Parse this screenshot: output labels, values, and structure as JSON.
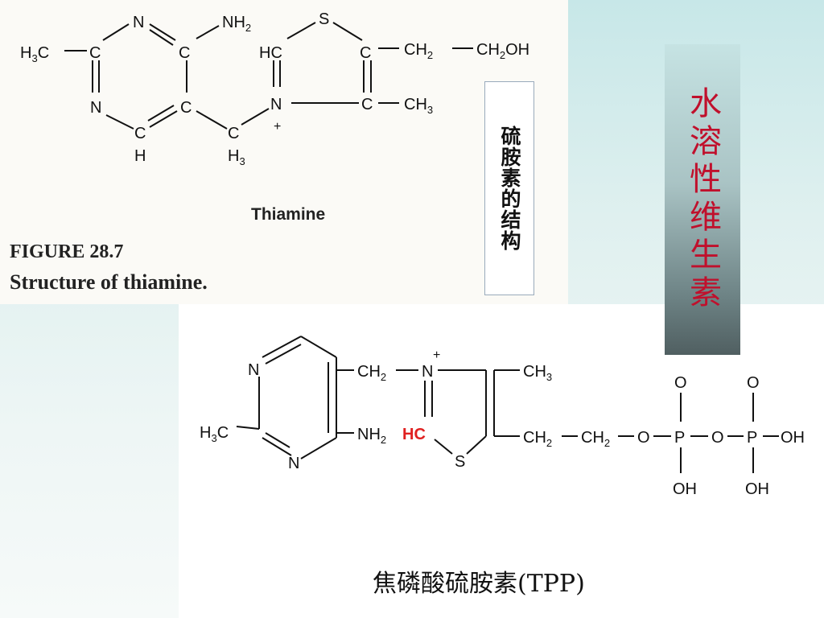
{
  "slide": {
    "side_title": "水溶性维生素",
    "vertical_label": "硫胺素的结构"
  },
  "figure": {
    "number": "FIGURE 28.7",
    "caption": "Structure of thiamine.",
    "compound_label": "Thiamine"
  },
  "tpp": {
    "caption": "焦磷酸硫胺素(TPP)"
  },
  "thiamine_atoms": {
    "h3c_left": "H",
    "h3c_left_sub": "3",
    "h3c_left_c": "C",
    "c1": "C",
    "n_top": "N",
    "c_nh2": "C",
    "nh2": "NH",
    "nh2_sub": "2",
    "n_left": "N",
    "c_bottom": "C",
    "h_bottom": "H",
    "c_ring": "C",
    "ch2_c": "C",
    "ch2_h3": "H",
    "ch2_h3_sub": "3",
    "hc_thiazole": "HC",
    "s": "S",
    "c_s": "C",
    "n_plus": "N",
    "plus": "+",
    "c_ch3": "C",
    "ch3": "CH",
    "ch3_sub": "3",
    "ch2_1": "CH",
    "ch2_1_sub": "2",
    "ch2oh": "CH",
    "ch2oh_sub": "2",
    "oh": "OH"
  },
  "tpp_atoms": {
    "n_top": "N",
    "n_bottom": "N",
    "h3c": "H",
    "h3c_sub": "3",
    "h3c_c": "C",
    "nh2": "NH",
    "nh2_sub": "2",
    "ch2": "CH",
    "ch2_sub": "2",
    "n_plus": "N",
    "plus": "+",
    "ch3": "CH",
    "ch3_sub": "3",
    "hc": "HC",
    "s": "S",
    "ch2_a": "CH",
    "ch2_a_sub": "2",
    "ch2_b": "CH",
    "ch2_b_sub": "2",
    "o1": "O",
    "p1": "P",
    "o2": "O",
    "p2": "P",
    "oh_end": "OH",
    "o_top1": "O",
    "o_top2": "O",
    "oh_b1": "OH",
    "oh_b2": "OH"
  },
  "colors": {
    "highlight": "#e02020",
    "side_title_text": "#c0102c"
  }
}
